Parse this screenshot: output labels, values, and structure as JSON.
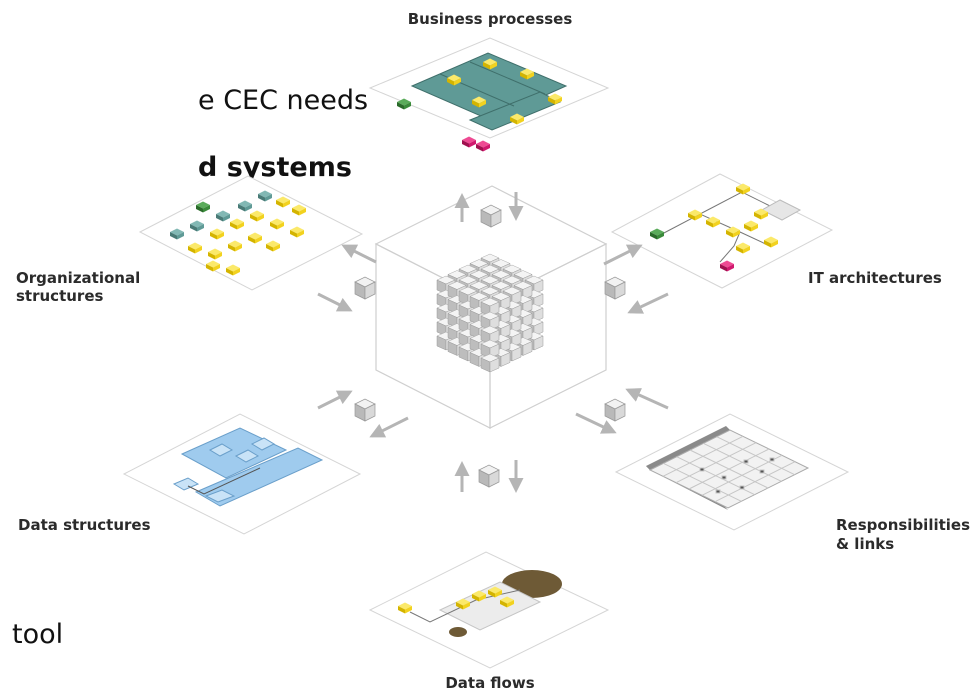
{
  "slide_text": {
    "line1": "e CEC needs",
    "line2": "d systems",
    "line3": "tool"
  },
  "labels": {
    "business_processes": "Business processes",
    "it_architectures": "IT architectures",
    "organizational_structures": "Organizational\nstructures",
    "data_structures": "Data structures",
    "responsibilities_links": "Responsibilities\n& links",
    "data_flows": "Data flows"
  },
  "colors": {
    "teal": "#5f9a96",
    "yellow": "#f2d21f",
    "green": "#3a8a3a",
    "magenta": "#d0186e",
    "light_blue": "#9fcbee",
    "brown": "#6e5a36",
    "cube_face": "#d9d9d9",
    "gray_line": "#b5b5b5"
  },
  "icons": [
    "cube-matrix-icon",
    "arrow-in-icon",
    "arrow-out-icon",
    "small-cube-icon"
  ]
}
